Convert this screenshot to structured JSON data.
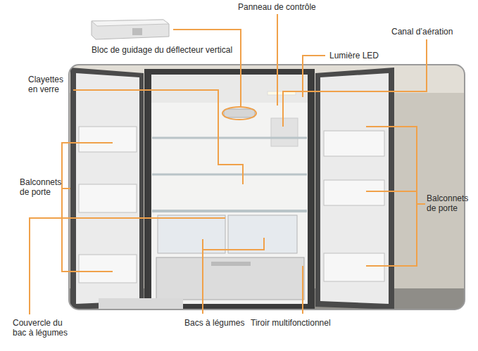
{
  "diagram": {
    "labels": [
      "Panneau de contrôle",
      "Bloc de guidage du déflecteur vertical",
      "Canal d’aération",
      "Lumière LED",
      "Clayettes en verre",
      "Balconnets de porte",
      "Balconnets de porte",
      "Couvercle du bac à légumes",
      "Bacs à légumes",
      "Tiroir multifonctionnel"
    ]
  }
}
